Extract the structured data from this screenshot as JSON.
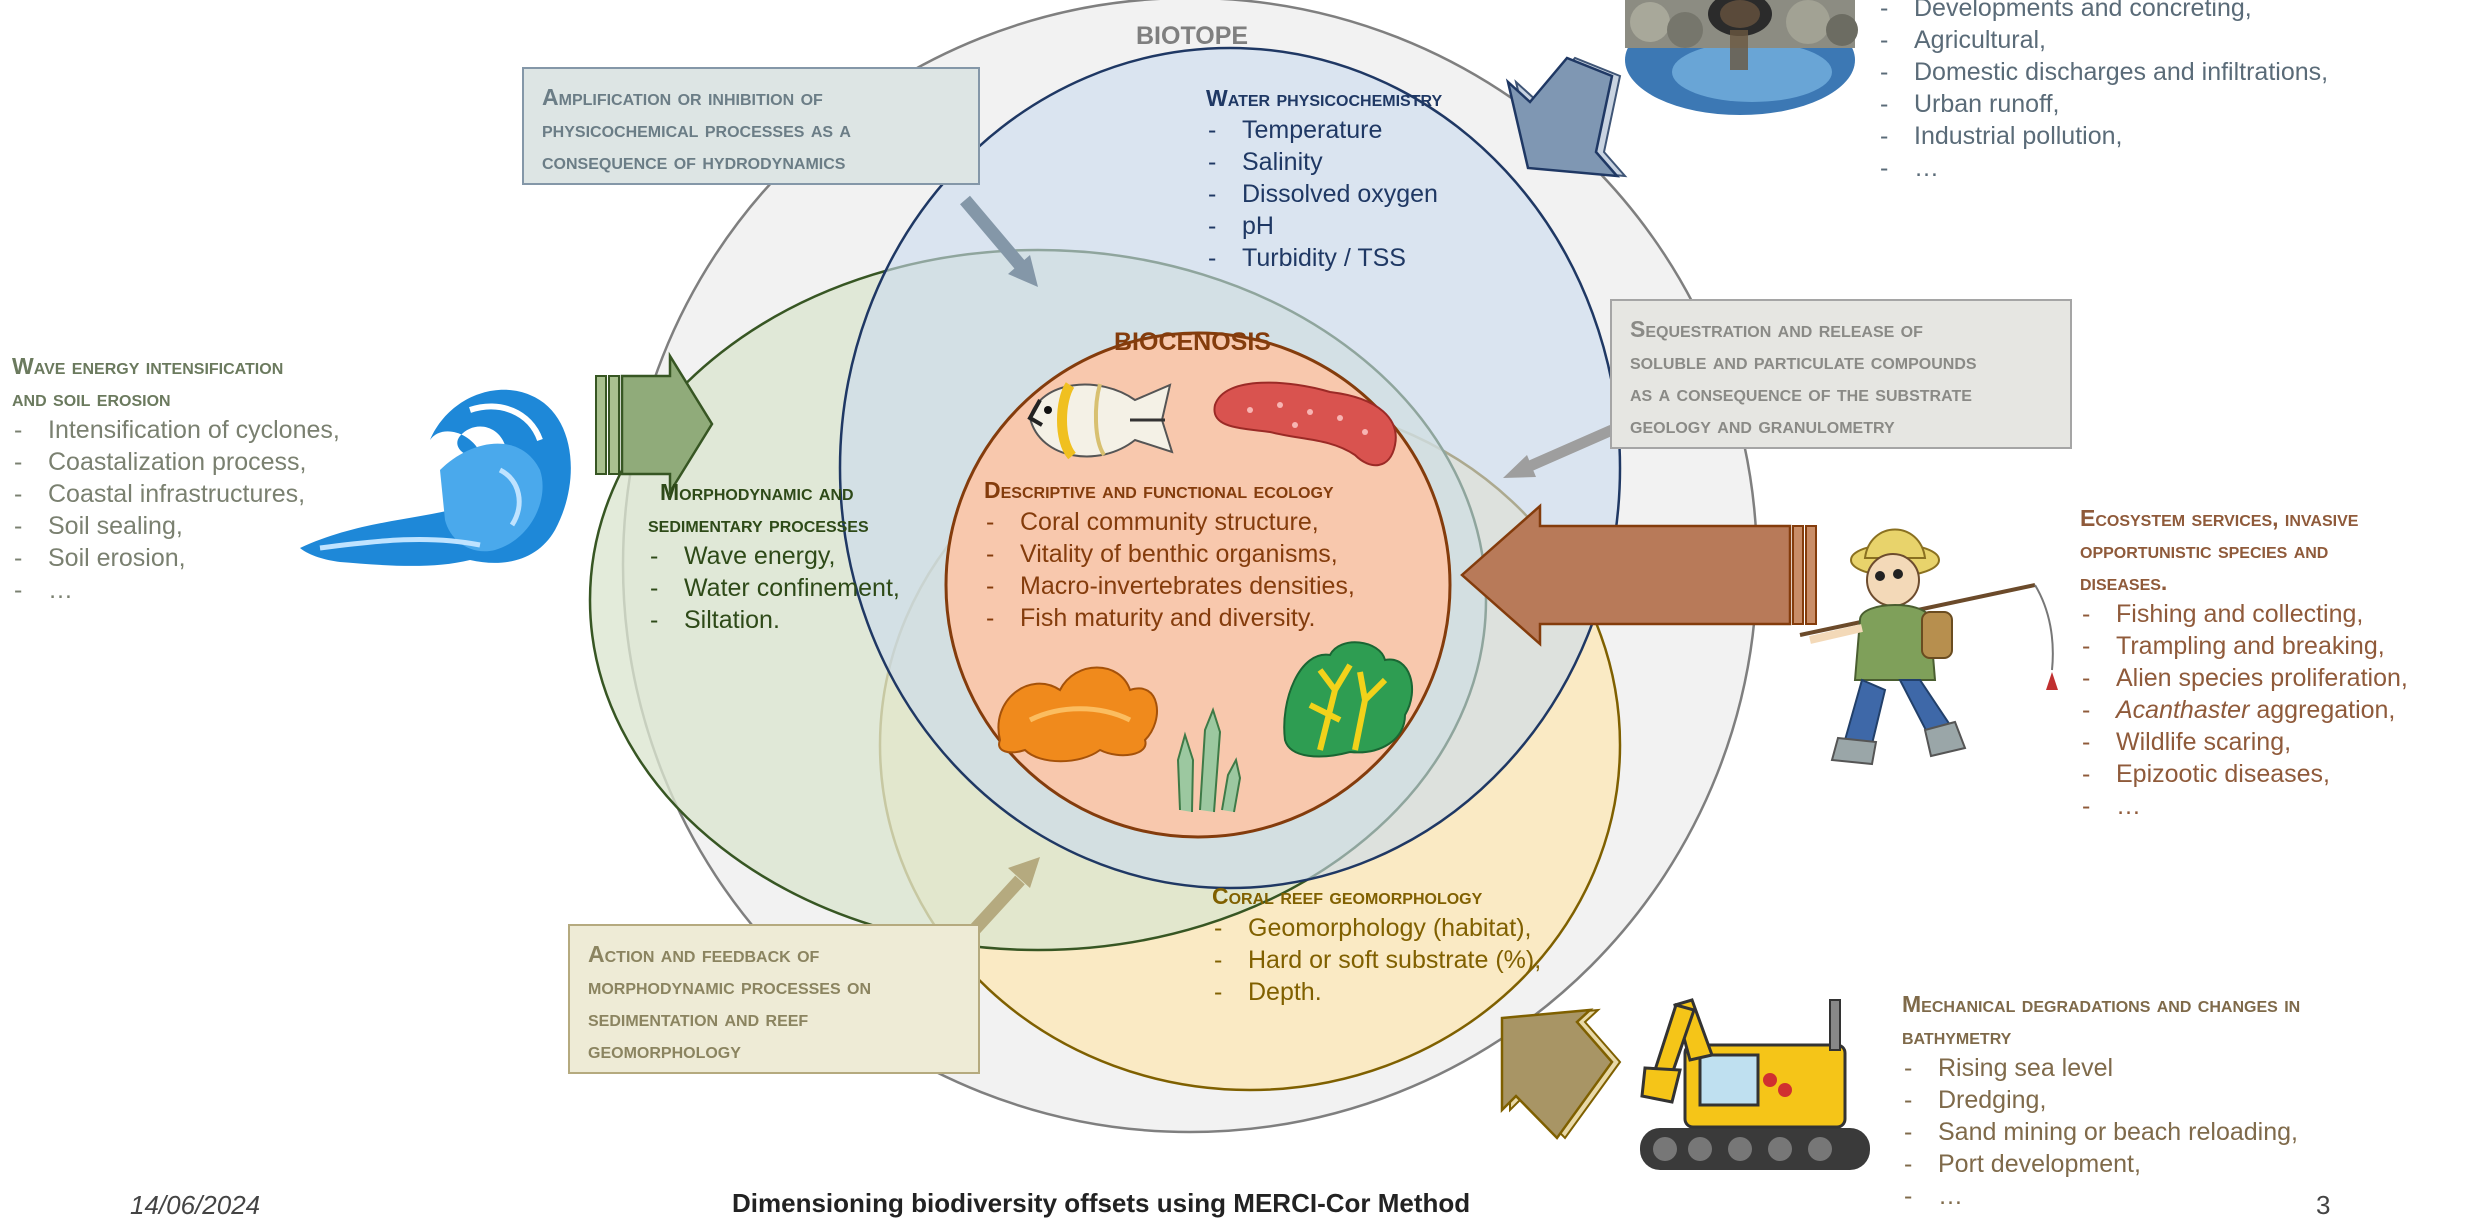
{
  "colors": {
    "blue_title": "#1f3864",
    "blue_text": "#203864",
    "green_title": "#3b5320",
    "green_text": "#2e4a18",
    "red_title": "#843c0c",
    "red_text": "#843c0c",
    "yellow_title": "#7f6000",
    "yellow_text": "#806000",
    "grey_text": "#7f7f7f",
    "brown_text": "#7f6a4a",
    "slate_text": "#5a6b78"
  },
  "biotope": {
    "title": "BIOTOPE"
  },
  "water": {
    "title": "Water physicochemistry",
    "items": [
      "Temperature",
      "Salinity",
      "Dissolved oxygen",
      "pH",
      "Turbidity / TSS"
    ]
  },
  "morpho": {
    "title_line1": "Morphodynamic and",
    "title_line2": "sedimentary processes",
    "items": [
      "Wave energy,",
      "Water confinement,",
      "Siltation."
    ]
  },
  "biocenosis": {
    "title": "BIOCENOSIS",
    "subtitle": "Descriptive and functional ecology",
    "items": [
      "Coral community structure,",
      "Vitality of benthic organisms,",
      "Macro-invertebrates densities,",
      "Fish maturity and diversity."
    ]
  },
  "geomorph": {
    "title": "Coral reef geomorphology",
    "items": [
      "Geomorphology (habitat),",
      "Hard or soft substrate (%),",
      "Depth."
    ]
  },
  "box_amplification": {
    "line1": "Amplification or inhibition of",
    "line2": "physicochemical processes as a",
    "line3": "consequence of hydrodynamics"
  },
  "box_sequestration": {
    "line1": "Sequestration and release of",
    "line2": "soluble and particulate compounds",
    "line3": "as a consequence of the substrate",
    "line4": "geology and granulometry"
  },
  "box_action": {
    "line1": "Action and feedback of",
    "line2": "morphodynamic processes on",
    "line3": "sedimentation and reef",
    "line4": "geomorphology"
  },
  "pollution": {
    "items": [
      "Developments and concreting,",
      "Agricultural,",
      "Domestic discharges and infiltrations,",
      "Urban runoff,",
      "Industrial pollution,",
      "…"
    ]
  },
  "wave_energy": {
    "title_line1": "Wave energy intensification",
    "title_line2": "and soil erosion",
    "items": [
      "Intensification of cyclones,",
      "Coastalization process,",
      "Coastal infrastructures,",
      "Soil sealing,",
      "Soil erosion,",
      "…"
    ]
  },
  "ecosystem": {
    "title_line1": "Ecosystem services, invasive",
    "title_line2": "opportunistic species and",
    "title_line3": "diseases.",
    "items": [
      "Fishing and collecting,",
      "Trampling and breaking,",
      "Alien species proliferation,",
      "aggregation,",
      "Wildlife scaring,",
      "Epizootic diseases,",
      "…"
    ],
    "italic_word": "Acanthaster"
  },
  "mechanical": {
    "title_line1": "Mechanical degradations and changes in",
    "title_line2": "bathymetry",
    "items": [
      "Rising sea level",
      "Dredging,",
      "Sand mining or beach reloading,",
      "Port development,",
      "…"
    ]
  },
  "footer": {
    "date": "14/06/2024",
    "title": "Dimensioning biodiversity offsets using MERCI-Cor Method",
    "page": "3"
  },
  "icons": [
    "sewage-pipe-icon",
    "wave-icon",
    "fisherman-icon",
    "excavator-icon",
    "butterflyfish-icon",
    "sea-cucumber-icon",
    "orange-coral-icon",
    "cactus-algae-icon",
    "green-yellow-coral-icon"
  ]
}
